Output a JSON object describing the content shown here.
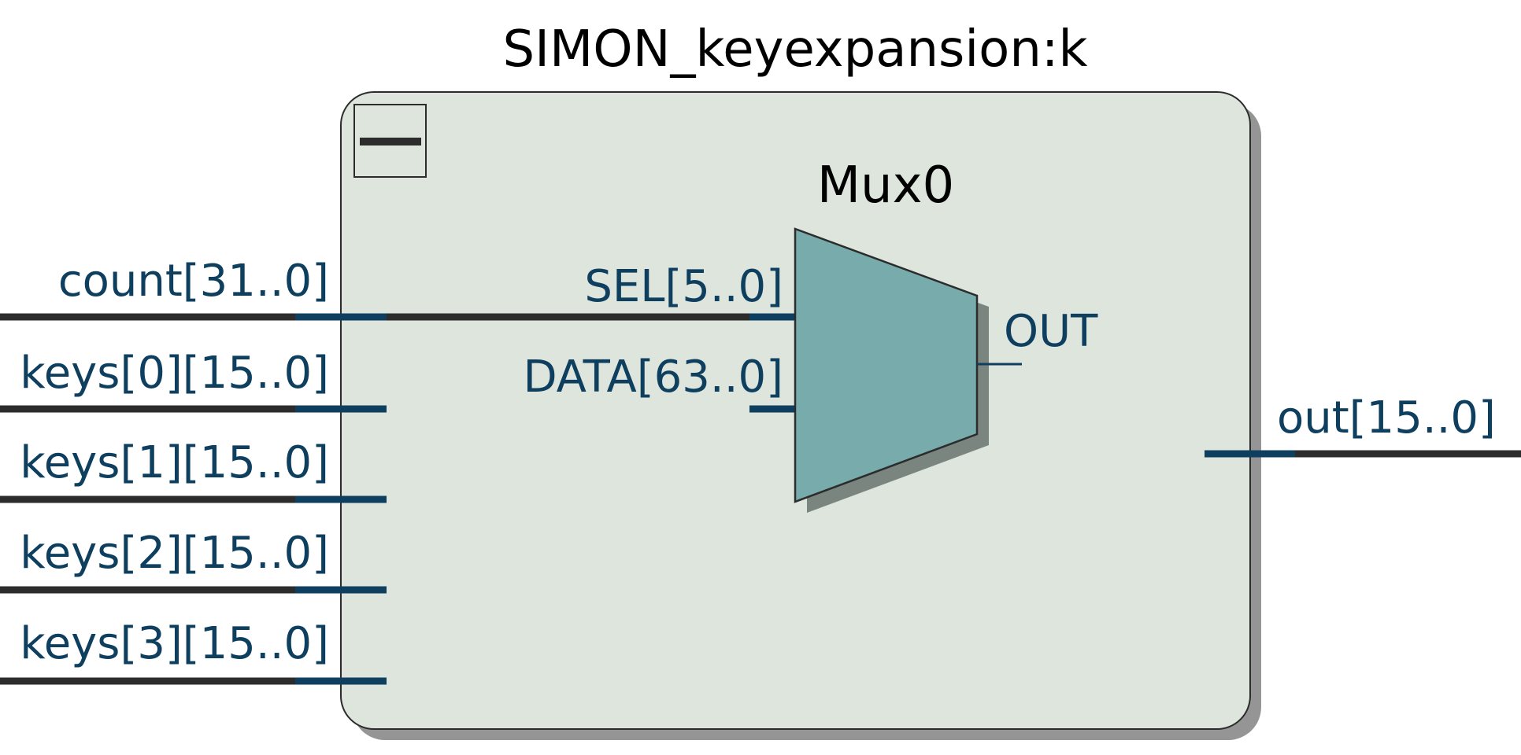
{
  "module": {
    "title": "SIMON_keyexpansion:k",
    "collapse_icon": "minus-collapse-icon"
  },
  "inputs": [
    {
      "label": "count[31..0]"
    },
    {
      "label": "keys[0][15..0]"
    },
    {
      "label": "keys[1][15..0]"
    },
    {
      "label": "keys[2][15..0]"
    },
    {
      "label": "keys[3][15..0]"
    }
  ],
  "outputs": [
    {
      "label": "out[15..0]"
    }
  ],
  "mux": {
    "name": "Mux0",
    "sel_label": "SEL[5..0]",
    "data_label": "DATA[63..0]",
    "out_label": "OUT"
  },
  "colors": {
    "module_fill": "#dde5dd",
    "module_shadow": "#959595",
    "mux_fill": "#77abac",
    "mux_shadow": "#7b857f",
    "wire_dark": "#2c2c2c",
    "wire_port": "#0e3f5f",
    "port_text": "#0e3f5f"
  }
}
